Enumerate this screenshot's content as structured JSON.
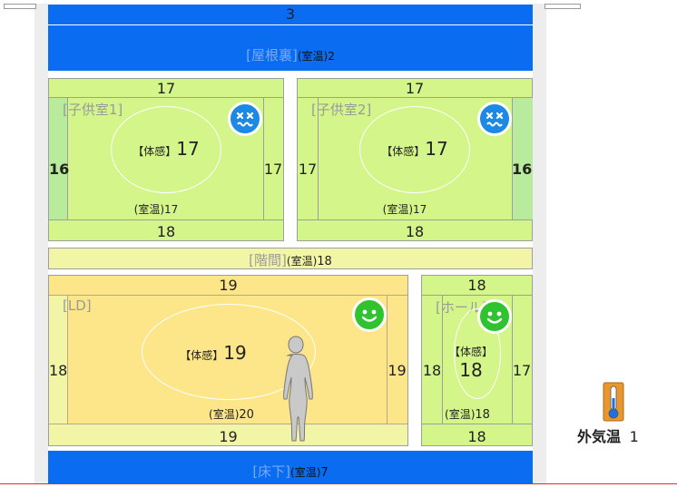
{
  "attic": {
    "top_temp": "3",
    "label": "[屋根裏]",
    "room_temp_label": "(室温)",
    "room_temp": "2"
  },
  "child1": {
    "label": "[子供室1]",
    "top": "17",
    "left": "16",
    "right": "17",
    "bottom": "18",
    "feel_label": "【体感】",
    "feel": "17",
    "room_temp_label": "(室温)",
    "room_temp": "17"
  },
  "child2": {
    "label": "[子供室2]",
    "top": "17",
    "left": "17",
    "right": "16",
    "bottom": "18",
    "feel_label": "【体感】",
    "feel": "17",
    "room_temp_label": "(室温)",
    "room_temp": "17"
  },
  "stair": {
    "label": "[階間]",
    "room_temp_label": "(室温)",
    "room_temp": "18"
  },
  "ld": {
    "label": "[LD]",
    "top": "19",
    "left": "18",
    "right": "19",
    "bottom": "19",
    "feel_label": "【体感】",
    "feel": "19",
    "room_temp_label": "(室温)",
    "room_temp": "20"
  },
  "hall": {
    "label": "[ホール]",
    "top": "18",
    "left": "18",
    "right": "17",
    "bottom": "18",
    "feel_label": "【体感】",
    "feel": "18",
    "room_temp_label": "(室温)",
    "room_temp": "18"
  },
  "underfloor": {
    "label": "[床下]",
    "room_temp_label": "(室温)",
    "room_temp": "7"
  },
  "outside": {
    "label": "外気温",
    "temp": "1"
  },
  "colors": {
    "blue": "#0a6cf0",
    "cold_green": "#d4f58a",
    "warm_yellow": "#fde68a",
    "face_cold": "#1e88e5",
    "face_ok": "#2fc32f"
  },
  "icons": {
    "cold_face": "cold-face-icon",
    "happy_face": "happy-face-icon",
    "thermometer": "thermometer-icon",
    "person": "person-silhouette-icon"
  }
}
